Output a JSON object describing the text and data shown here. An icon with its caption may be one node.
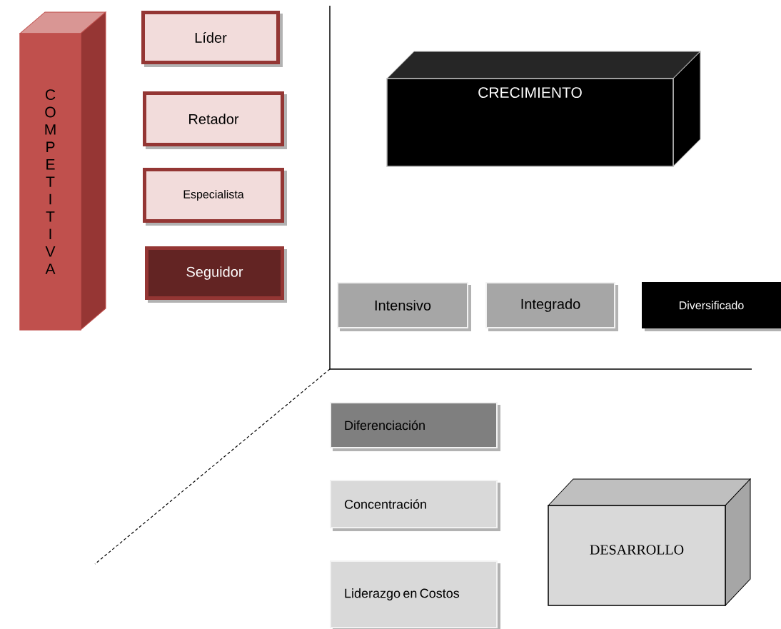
{
  "diagram": {
    "nodes": [
      {
        "text": [
          "COMPETITIVA"
        ]
      },
      {
        "text": [
          "Líder"
        ]
      },
      {
        "text": [
          "Retador"
        ]
      },
      {
        "text": [
          "Especialista"
        ]
      },
      {
        "text": [
          "Seguidor"
        ]
      },
      {
        "text": [
          "CRECIMIENTO"
        ]
      },
      {
        "text": [
          "Intensivo"
        ]
      },
      {
        "text": [
          "Integrado"
        ]
      },
      {
        "text": [
          "Diversificado"
        ]
      },
      {
        "text": [
          "Diferenciación"
        ]
      },
      {
        "text": [
          "Concentración"
        ]
      },
      {
        "text": [
          "Liderazgo en Costos"
        ]
      },
      {
        "text": [
          "DESARROLLO"
        ]
      }
    ]
  }
}
